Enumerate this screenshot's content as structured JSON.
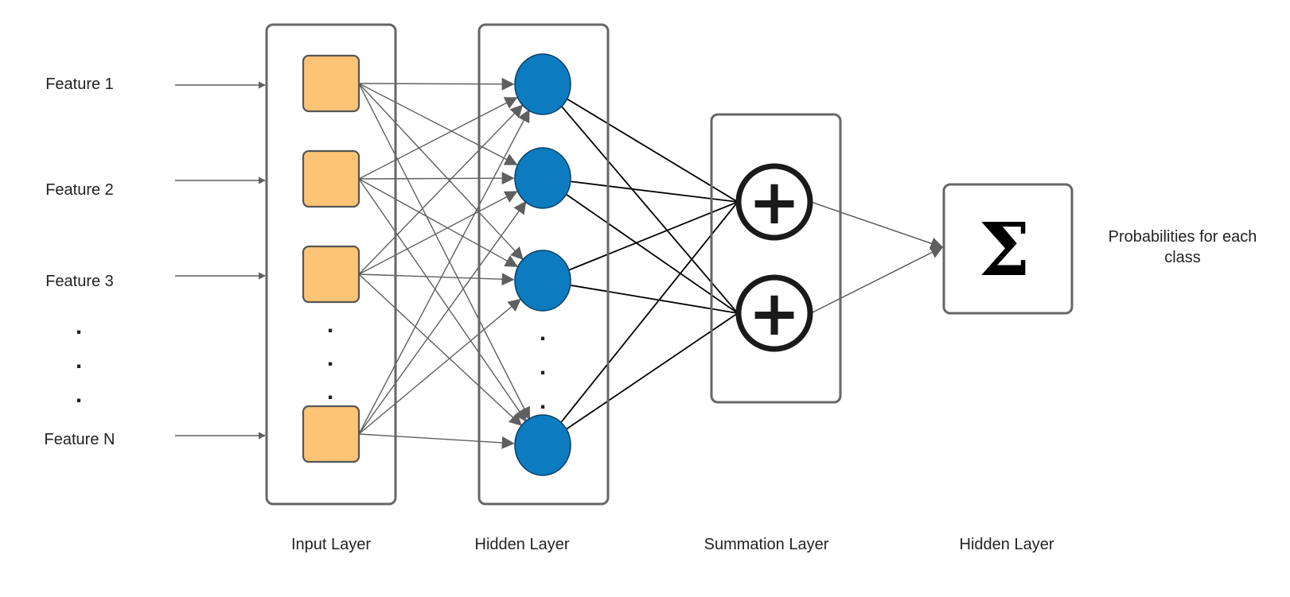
{
  "features": [
    "Feature 1",
    "Feature 2",
    "Feature 3",
    "Feature N"
  ],
  "feature_ellipsis": ".",
  "layers": {
    "input": "Input Layer",
    "hidden": "Hidden Layer",
    "summation": "Summation Layer",
    "output": "Hidden Layer"
  },
  "output_label": [
    "Probabilities for each",
    "class"
  ],
  "summation_symbol": "+",
  "output_symbol": "Σ",
  "colors": {
    "input_node": "#fec476",
    "hidden_node": "#0c7bbf",
    "box_stroke": "#666666",
    "arrow": "#5f5f5f",
    "black_line": "#000000"
  }
}
